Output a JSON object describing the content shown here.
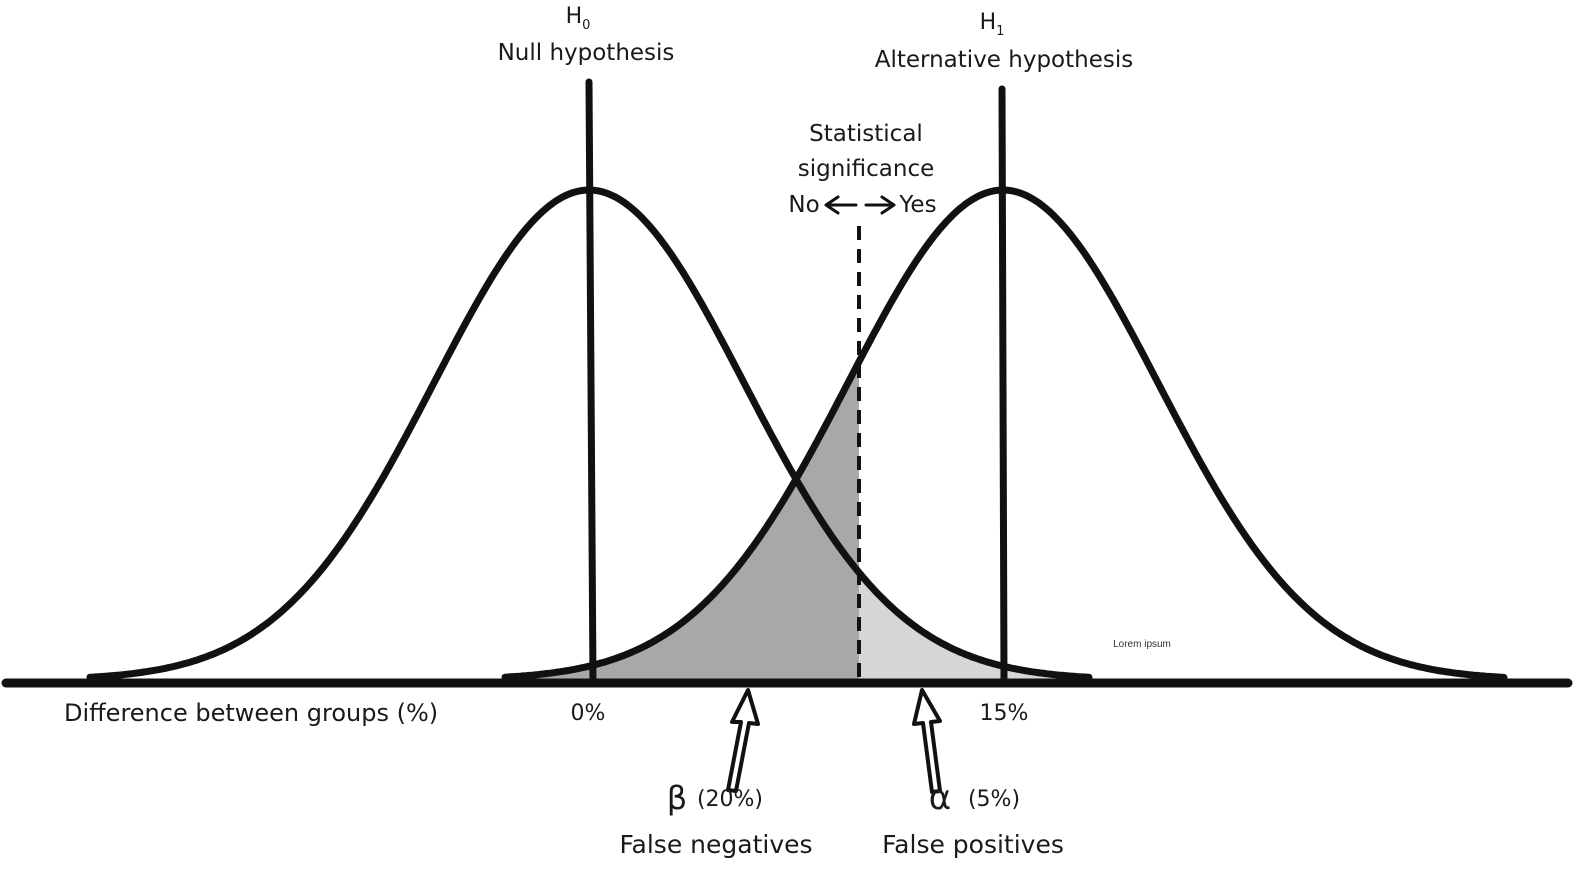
{
  "h0": {
    "symbol": "H",
    "sub": "0",
    "label": "Null hypothesis"
  },
  "h1": {
    "symbol": "H",
    "sub": "1",
    "label": "Alternative hypothesis"
  },
  "significance": {
    "line1": "Statistical",
    "line2": "significance",
    "no": "No",
    "yes": "Yes"
  },
  "axis": {
    "label": "Difference between groups (%)",
    "tick_null": "0%",
    "tick_alt": "15%"
  },
  "beta": {
    "symbol": "β",
    "value": "(20%)",
    "desc": "False negatives"
  },
  "alpha": {
    "symbol": "α",
    "value": "(5%)",
    "desc": "False positives"
  },
  "watermark": "Lorem ipsum",
  "colors": {
    "line": "#111111",
    "beta_fill": "#a8a8a8",
    "alpha_fill": "#d6d6d6"
  }
}
